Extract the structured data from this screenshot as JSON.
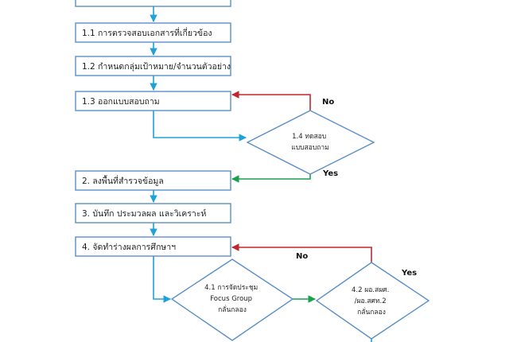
{
  "diagram": {
    "colors": {
      "box_stroke": "#5b8fc7",
      "connector": "#1fa2d9",
      "no_arrow": "#c0282d",
      "yes_arrow": "#17a24a",
      "text": "#1f1f1f"
    },
    "boxes": {
      "top": "",
      "step_1_1": "1.1 การตรวจสอบเอกสารที่เกี่ยวข้อง",
      "step_1_2": "1.2 กำหนดกลุ่มเป้าหมาย/จำนวนตัวอย่าง",
      "step_1_3": "1.3 ออกแบบสอบถาม",
      "step_2": "2. ลงพื้นที่สำรวจข้อมูล",
      "step_3": "3. บันทึก ประมวลผล และวิเคราะห์",
      "step_4": "4. จัดทำร่างผลการศึกษาฯ"
    },
    "decisions": {
      "d_1_4": [
        "1.4 ทดสอบ",
        "แบบสอบถาม"
      ],
      "d_4_1": [
        "4.1 การจัดประชุม",
        "Focus Group",
        "กลั่นกลอง"
      ],
      "d_4_2": [
        "4.2 ผอ.สผศ.",
        "/ผอ.สศท.2",
        "กลั่นกลอง"
      ]
    },
    "edge_labels": {
      "no_1": "No",
      "yes_1": "Yes",
      "no_2": "No",
      "yes_2": "Yes"
    }
  }
}
